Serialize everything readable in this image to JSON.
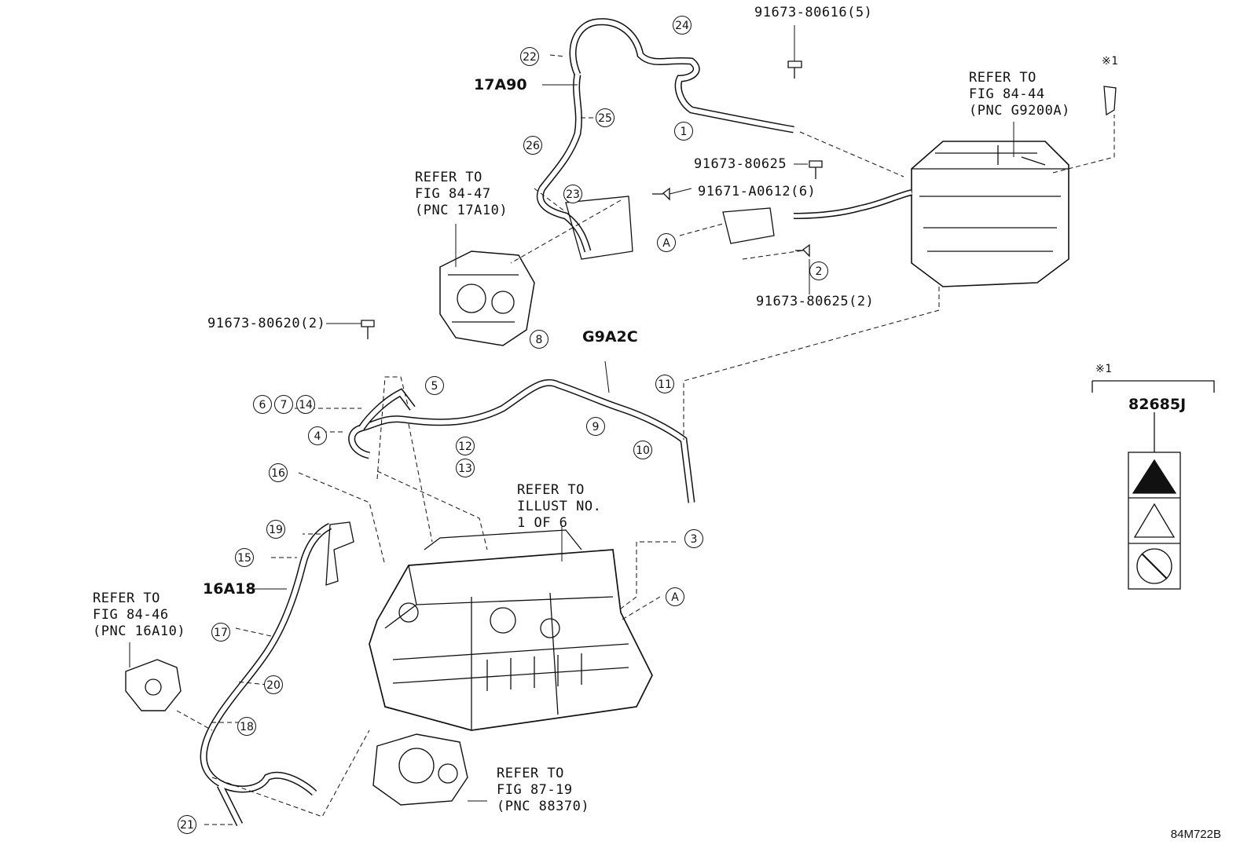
{
  "part_numbers": {
    "bolt_5": "91673-80616(5)",
    "bolt_1": "91673-80625",
    "bolt_6": "91671-A0612(6)",
    "bolt_2": "91673-80625(2)",
    "bolt_top_left": "91673-80620(2)"
  },
  "assemblies": {
    "wire_17a90": "17A90",
    "wire_g9a2c": "G9A2C",
    "wire_16a18": "16A18",
    "label_82685j": "82685J"
  },
  "refer_notes": {
    "g9200a": "REFER TO\nFIG 84-44\n(PNC G9200A)",
    "17a10": "REFER TO\nFIG 84-47\n(PNC 17A10)",
    "illust": "REFER TO\nILLUST NO.\n1 OF 6",
    "16a10": "REFER TO\nFIG 84-46\n(PNC 16A10)",
    "88370": "REFER TO\nFIG 87-19\n(PNC 88370)"
  },
  "note_marks": {
    "top": "※1",
    "legend": "※1"
  },
  "callouts": {
    "c1": "1",
    "c2": "2",
    "c3": "3",
    "c4": "4",
    "c5": "5",
    "c6": "6",
    "c7": "7",
    "c8": "8",
    "c9": "9",
    "c10": "10",
    "c11": "11",
    "c12": "12",
    "c13": "13",
    "c14": "14",
    "c15": "15",
    "c16": "16",
    "c17": "17",
    "c18": "18",
    "c19": "19",
    "c20": "20",
    "c21": "21",
    "c22": "22",
    "c23": "23",
    "c24": "24",
    "c25": "25",
    "c26": "26",
    "cA1": "A",
    "cA2": "A"
  },
  "diagram_id": "84M722B"
}
